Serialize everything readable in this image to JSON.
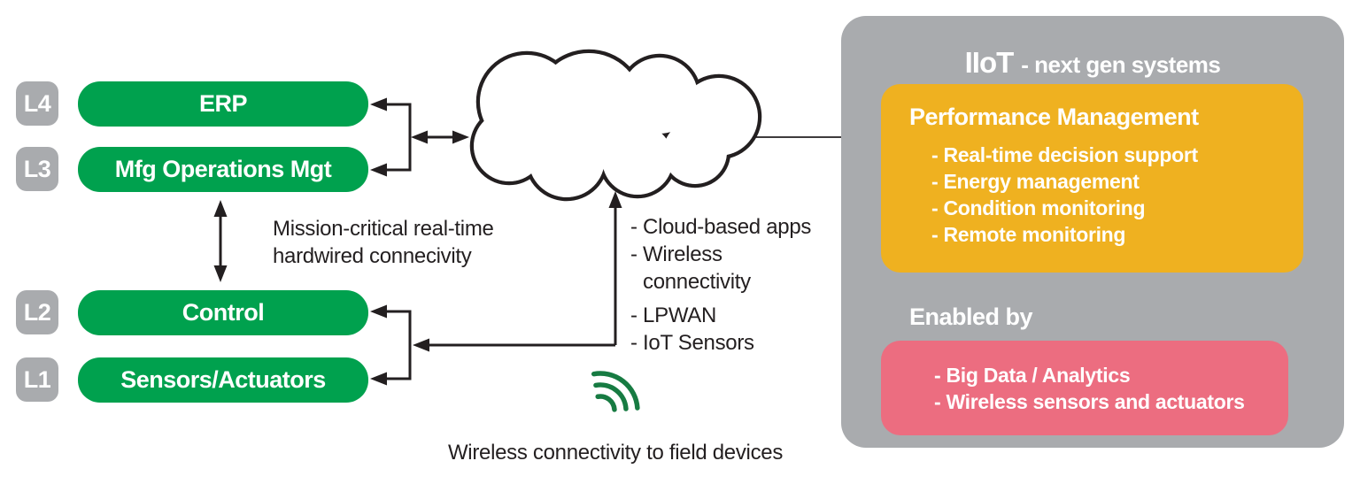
{
  "levels": [
    {
      "label": "L4",
      "box": "ERP"
    },
    {
      "label": "L3",
      "box": "Mfg Operations Mgt"
    },
    {
      "label": "L2",
      "box": "Control"
    },
    {
      "label": "L1",
      "box": "Sensors/Actuators"
    }
  ],
  "hardwired_note": {
    "line1": "Mission-critical real-time",
    "line2": "hardwired connecivity"
  },
  "cloud_list": {
    "item1": "- Cloud-based apps",
    "item2": "- Wireless",
    "item2_cont": "connectivity",
    "item3": "- LPWAN",
    "item4": "- IoT Sensors"
  },
  "wireless_caption": "Wireless connectivity to field devices",
  "panel": {
    "title_main": "IIoT",
    "title_rest": "- next gen systems",
    "performance": {
      "title": "Performance Management",
      "items": [
        "- Real-time decision support",
        "- Energy management",
        "- Condition monitoring",
        "- Remote monitoring"
      ]
    },
    "enabled_label": "Enabled by",
    "enabled_items": [
      "- Big Data / Analytics",
      "- Wireless sensors and actuators"
    ]
  },
  "icons": {
    "cloud": "cloud-icon",
    "wifi": "wifi-icon"
  },
  "colors": {
    "green": "#00A14E",
    "gray": "#A9ABAE",
    "orange": "#EFB120",
    "pink": "#EC6D80",
    "wifi_green": "#177B42",
    "ink": "#231F20"
  }
}
